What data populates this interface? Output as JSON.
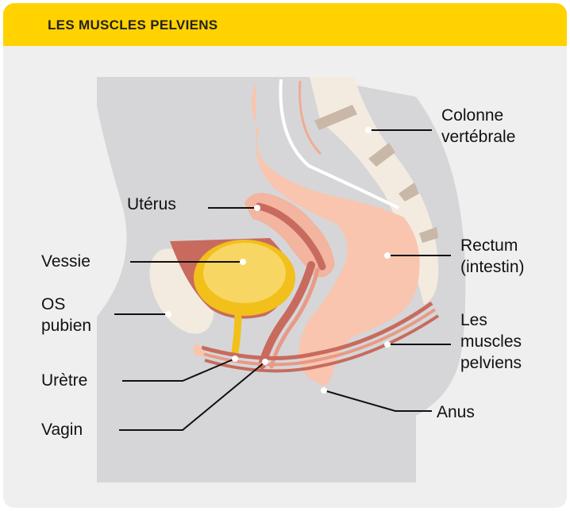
{
  "header": {
    "title": "LES MUSCLES PELVIENS"
  },
  "labels": {
    "colonne_line1": "Colonne",
    "colonne_line2": "vertébrale",
    "uterus": "Utérus",
    "vessie": "Vessie",
    "rectum_line1": "Rectum",
    "rectum_line2": "(intestin)",
    "os_line1": "OS",
    "os_line2": "pubien",
    "muscles_line1": "Les",
    "muscles_line2": "muscles",
    "muscles_line3": "pelviens",
    "uretre": "Urètre",
    "anus": "Anus",
    "vagin": "Vagin"
  },
  "colors": {
    "header": "#ffd200",
    "background": "#efefef",
    "body_silhouette": "#d6d6d8",
    "intestine": "#f9c5ae",
    "muscle": "#c86b5e",
    "bladder": "#f2c01a",
    "bone": "#f3ebe0"
  }
}
